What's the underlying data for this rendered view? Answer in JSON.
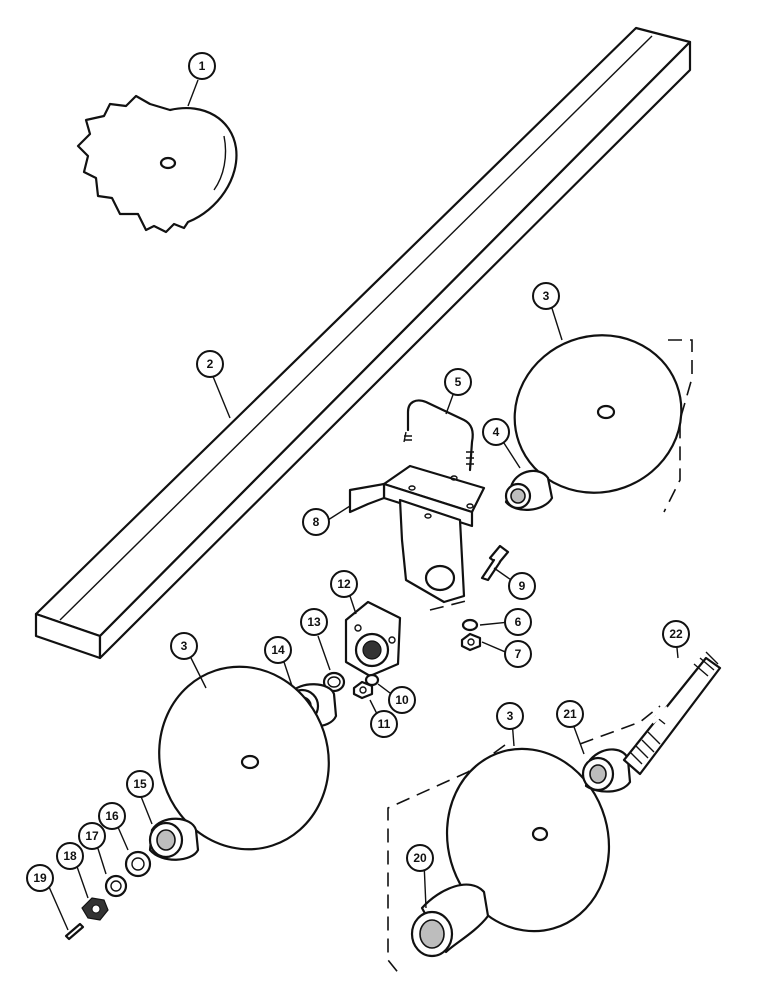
{
  "diagram": {
    "callouts": [
      "1",
      "2",
      "3",
      "3",
      "3",
      "4",
      "5",
      "6",
      "7",
      "8",
      "9",
      "10",
      "11",
      "12",
      "13",
      "14",
      "15",
      "16",
      "17",
      "18",
      "19",
      "20",
      "21",
      "22"
    ]
  }
}
